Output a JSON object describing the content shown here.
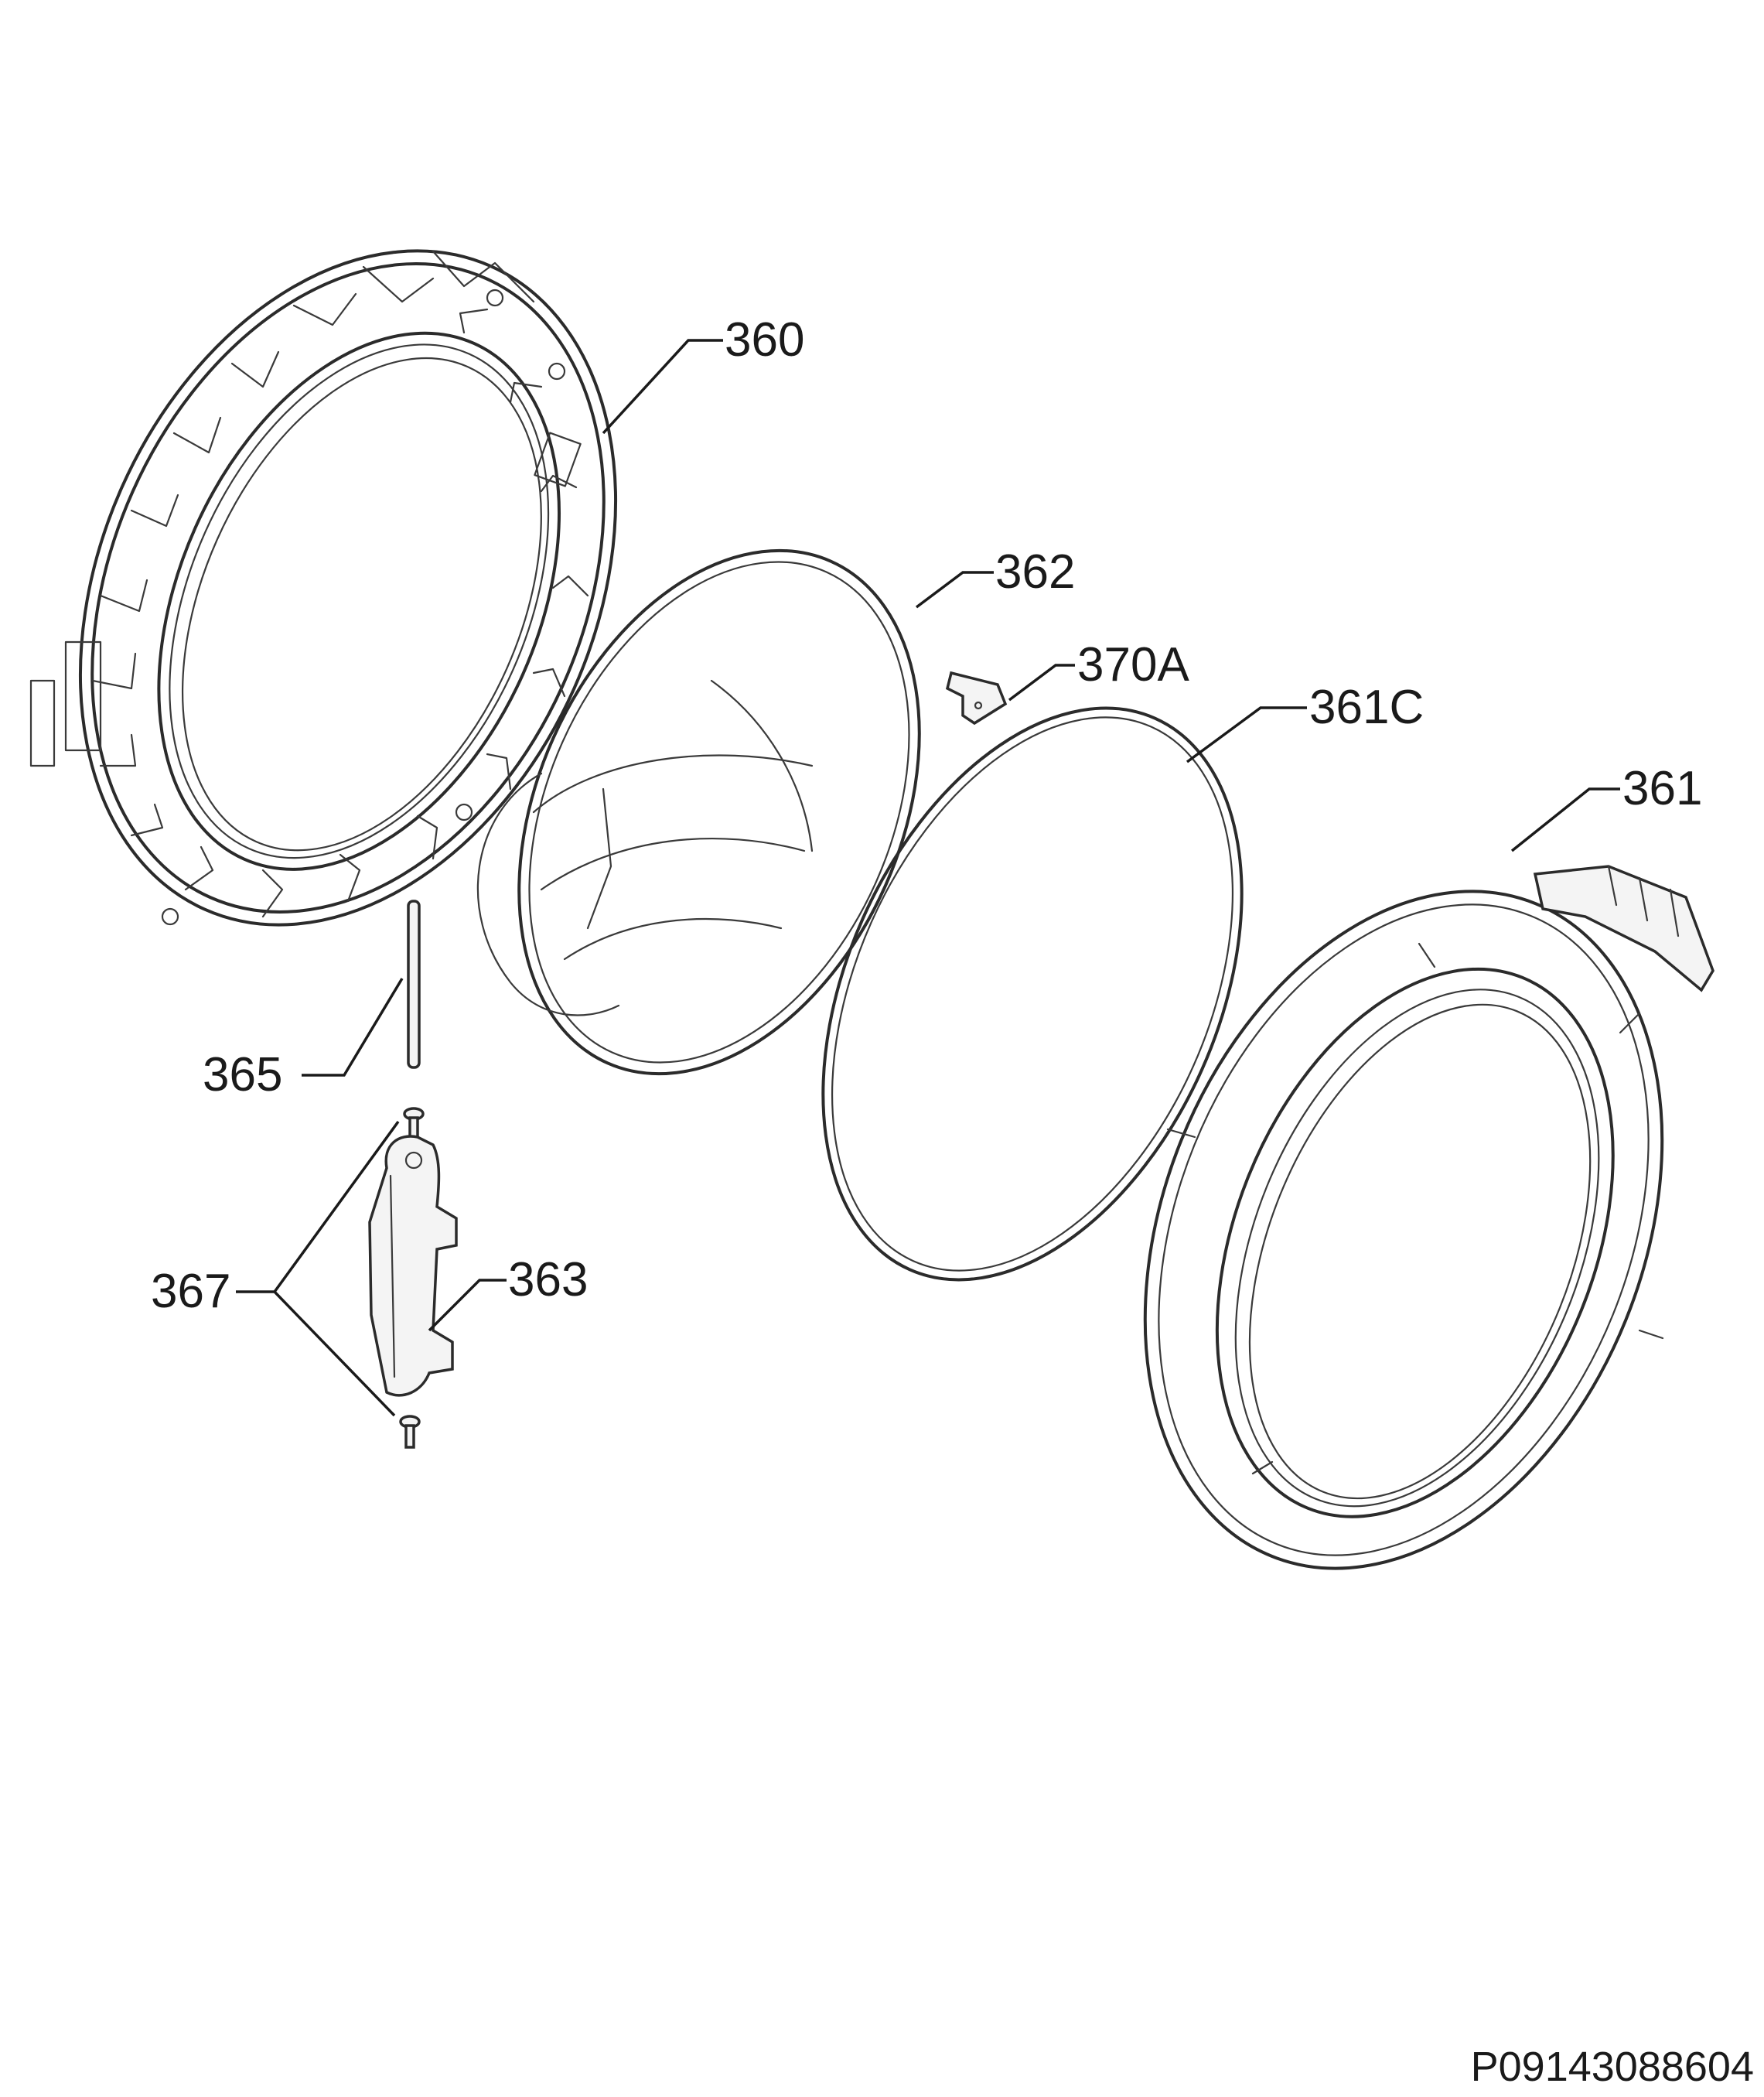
{
  "callouts": {
    "door_frame": "360",
    "door_glass": "362",
    "latch_pin": "370A",
    "seal_ring": "361C",
    "outer_ring": "361",
    "hinge_pin": "365",
    "screws": "367",
    "hinge": "363"
  },
  "drawing_code": "P09143088604"
}
